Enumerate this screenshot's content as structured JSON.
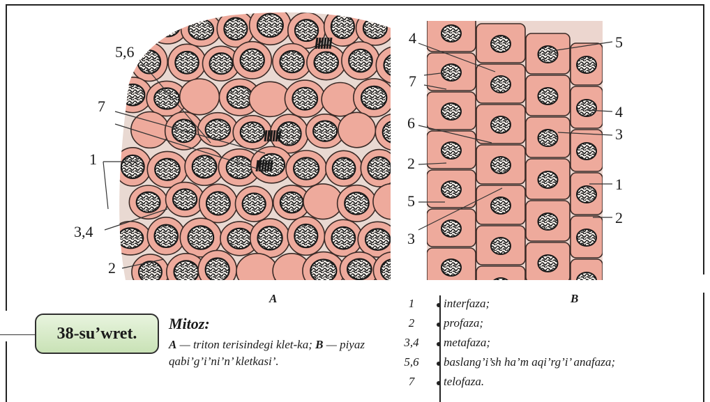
{
  "panel_a": {
    "letter": "A",
    "labels": [
      "5,6",
      "7",
      "1",
      "3,4",
      "2"
    ]
  },
  "panel_b": {
    "letter": "B",
    "left_labels": [
      "4",
      "7",
      "6",
      "2",
      "5",
      "3"
    ],
    "right_labels": [
      "5",
      "4",
      "3",
      "1",
      "2"
    ]
  },
  "figure_badge": "38-su’wret.",
  "caption": {
    "title": "Mitoz:",
    "a_key": "A",
    "a_text": " — triton terisindegi klet-ka; ",
    "b_key": "B",
    "b_text": " — piyaz qabi’g’i’ni’n’ kletkasi’."
  },
  "legend": [
    {
      "num": "1",
      "text": "interfaza;"
    },
    {
      "num": "2",
      "text": "profaza;"
    },
    {
      "num": "3,4",
      "text": "metafaza;"
    },
    {
      "num": "5,6",
      "text": "baslang’i’sh ha’m aqi’rg’i’ anafaza;"
    },
    {
      "num": "7",
      "text": "telofaza."
    }
  ],
  "colors": {
    "cell_fill": "#eeaa9c",
    "cell_edge": "#3a2a26",
    "nucleus_fill": "#f6f1ec",
    "chromatin": "#1a1a1a",
    "background": "#ffffff",
    "badge_fill": "#d6eac6"
  }
}
